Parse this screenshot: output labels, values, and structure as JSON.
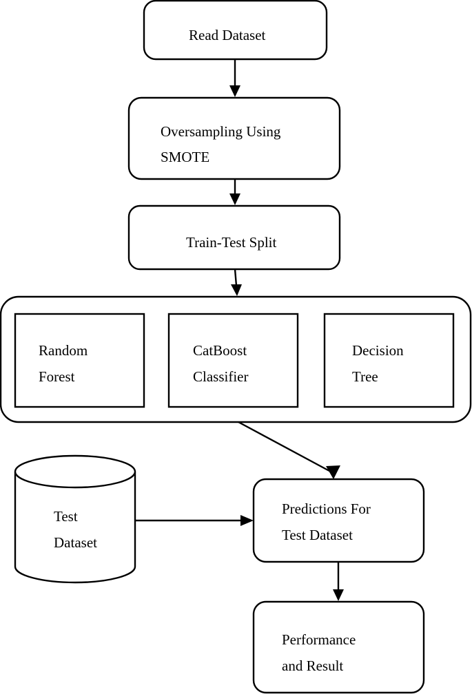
{
  "nodes": {
    "read_dataset": {
      "lines": [
        "Read Dataset"
      ]
    },
    "oversampling": {
      "lines": [
        "Oversampling Using",
        "SMOTE"
      ]
    },
    "train_test_split": {
      "lines": [
        "Train-Test Split"
      ]
    },
    "random_forest": {
      "lines": [
        "Random",
        "Forest"
      ]
    },
    "catboost": {
      "lines": [
        "CatBoost",
        "Classifier"
      ]
    },
    "decision_tree": {
      "lines": [
        "Decision",
        "Tree"
      ]
    },
    "test_dataset": {
      "lines": [
        "Test",
        "Dataset"
      ]
    },
    "predictions": {
      "lines": [
        "Predictions For",
        "Test Dataset"
      ]
    },
    "performance": {
      "lines": [
        "Performance",
        "and Result"
      ]
    }
  },
  "edges": [
    {
      "from": "read_dataset",
      "to": "oversampling"
    },
    {
      "from": "oversampling",
      "to": "train_test_split"
    },
    {
      "from": "train_test_split",
      "to": "models_group"
    },
    {
      "from": "models_group",
      "to": "predictions"
    },
    {
      "from": "test_dataset",
      "to": "predictions"
    },
    {
      "from": "predictions",
      "to": "performance"
    }
  ],
  "colors": {
    "stroke": "#000000",
    "fill": "#ffffff",
    "text": "#000000"
  }
}
